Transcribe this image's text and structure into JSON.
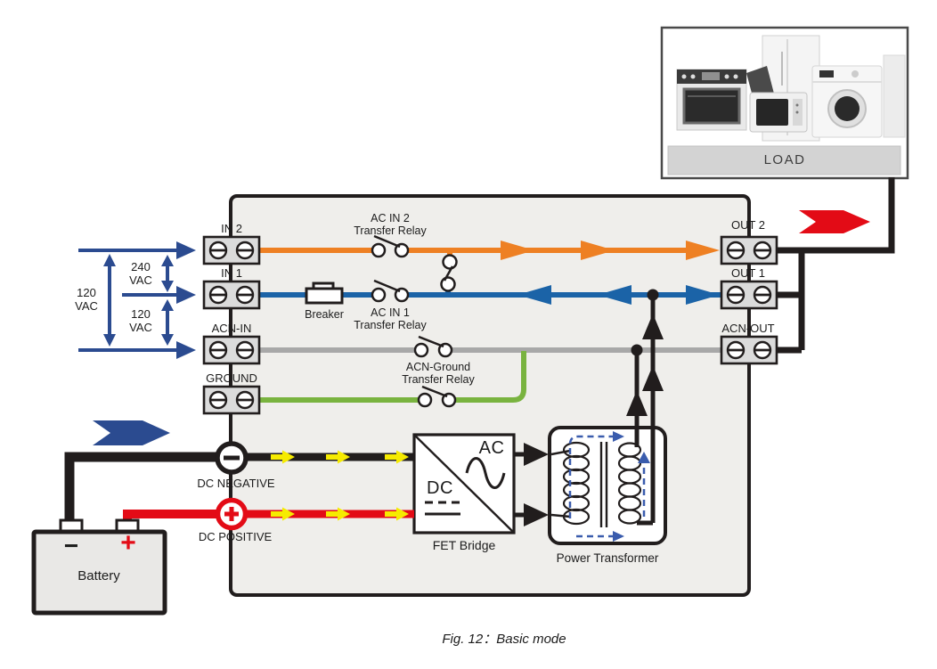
{
  "figure": {
    "caption": "Fig. 12：Basic mode"
  },
  "load_box": {
    "label": "LOAD"
  },
  "terminals": {
    "in2": "IN 2",
    "in1": "IN 1",
    "acn_in": "ACN-IN",
    "ground": "GROUND",
    "out2": "OUT 2",
    "out1": "OUT 1",
    "acn_out": "ACN-OUT"
  },
  "voltage_labels": {
    "span_left": "120\nVAC",
    "span_top": "240\nVAC",
    "span_bottom": "120\nVAC"
  },
  "components": {
    "breaker": "Breaker",
    "relay_ac_in2": "AC IN 2\nTransfer Relay",
    "relay_ac_in1": "AC IN 1\nTransfer Relay",
    "relay_acn_ground": "ACN-Ground\nTransfer Relay",
    "dc_negative": "DC NEGATIVE",
    "dc_positive": "DC POSITIVE",
    "fet_bridge": "FET Bridge",
    "fet_ac": "AC",
    "fet_dc": "DC",
    "power_transformer": "Power Transformer",
    "battery": "Battery",
    "battery_minus": "−",
    "battery_plus": "+"
  },
  "colors": {
    "line_l2_orange": "#ee8023",
    "line_l1_blue": "#1b63a7",
    "line_neutral_gray": "#a8a8a8",
    "line_ground_green": "#79b33f",
    "input_arrow_navy": "#2b4b90",
    "output_arrow_red": "#e30b16",
    "dc_flow_yellow": "#f6eb00",
    "wire_black": "#211d1d"
  }
}
